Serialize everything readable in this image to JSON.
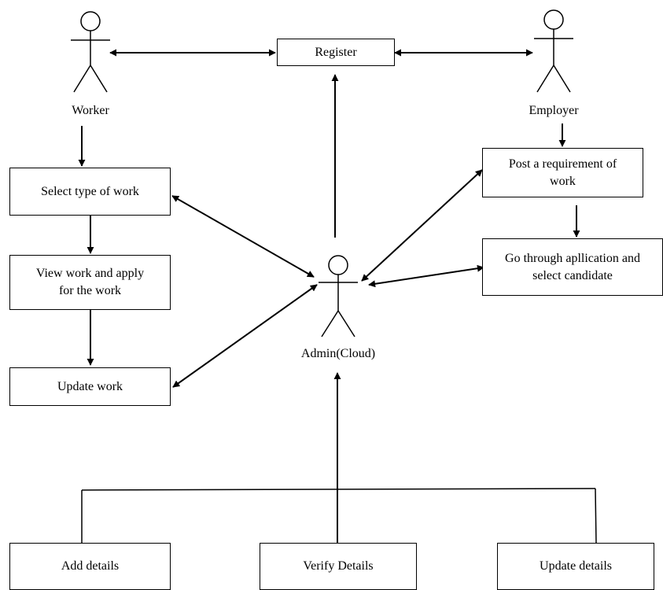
{
  "actors": {
    "worker": "Worker",
    "employer": "Employer",
    "admin": "Admin(Cloud)"
  },
  "boxes": {
    "register": "Register",
    "select_work": "Select type of work",
    "view_apply": "View work and apply\nfor the work",
    "update_work": "Update work",
    "post_requirement": "Post a requirement of\nwork",
    "go_through": "Go through apllication and\nselect candidate",
    "add_details": "Add details",
    "verify_details": "Verify Details",
    "update_details": "Update details"
  }
}
